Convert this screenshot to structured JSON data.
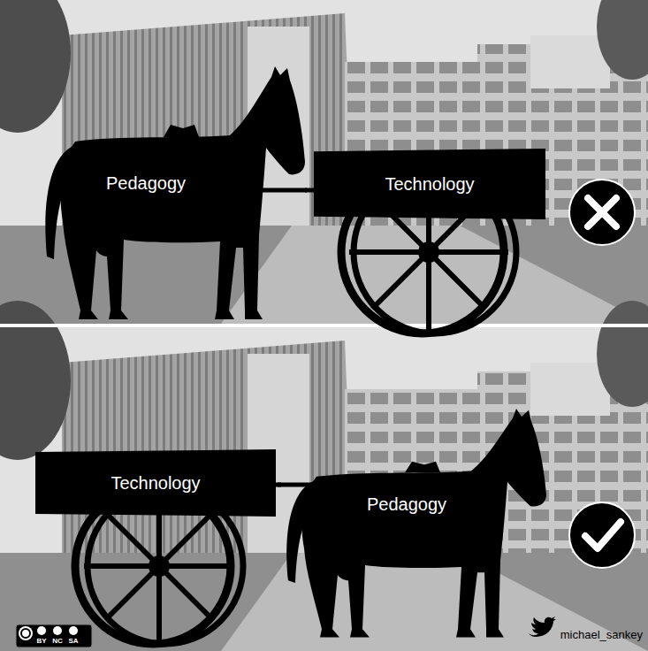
{
  "diagram": {
    "nodes": [
      {
        "text": [
          "Pedagogy"
        ]
      },
      {
        "text": [
          "Technology"
        ]
      },
      {
        "text": [
          "Technology"
        ]
      },
      {
        "text": [
          "Pedagogy"
        ]
      }
    ],
    "edges": [
      {
        "from": 0,
        "to": 1,
        "arrow": "none"
      },
      {
        "from": 2,
        "to": 3,
        "arrow": "none"
      }
    ],
    "labels": [
      "BY",
      "NC",
      "SA",
      "michael_sankey"
    ]
  }
}
